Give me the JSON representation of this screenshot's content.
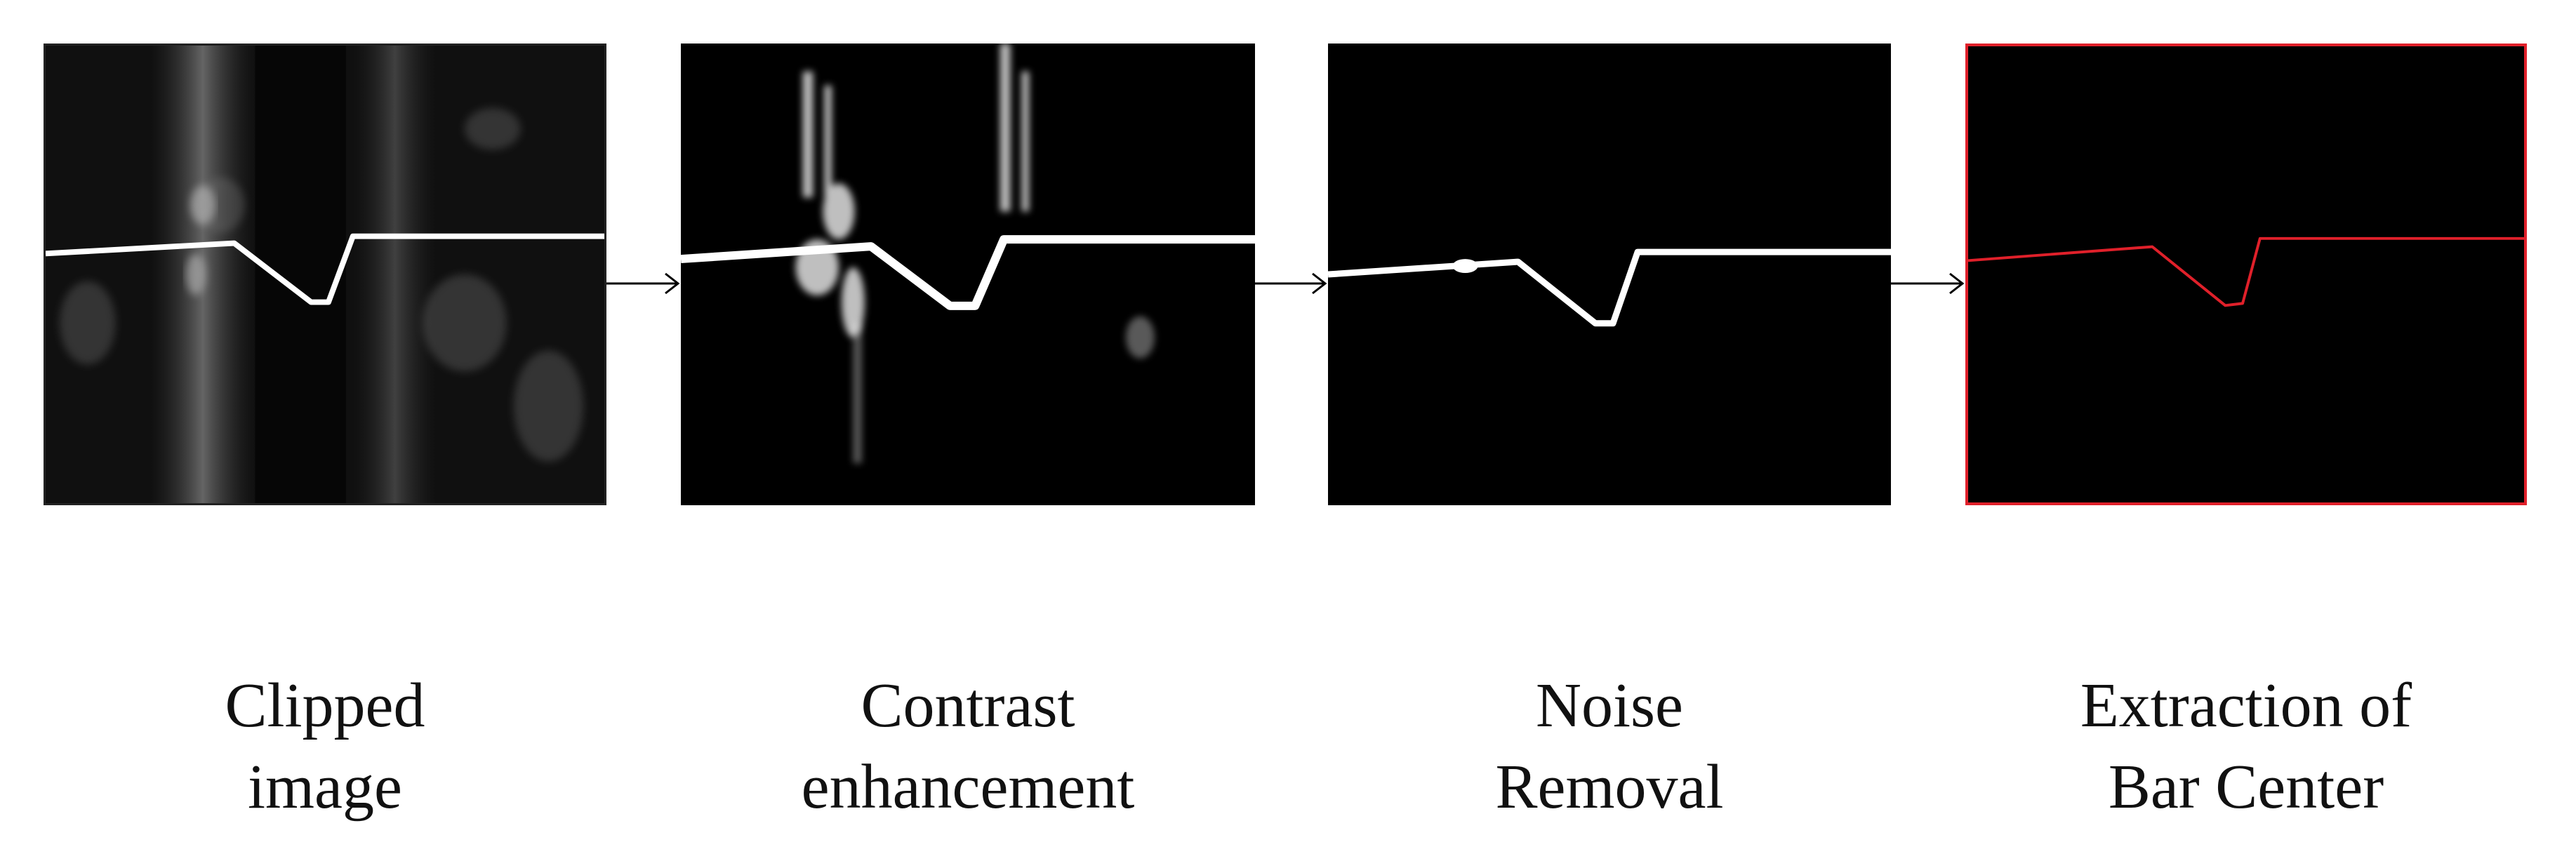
{
  "steps": [
    {
      "line1": "Clipped",
      "line2": "image"
    },
    {
      "line1": "Contrast",
      "line2": "enhancement"
    },
    {
      "line1": "Noise",
      "line2": "Removal"
    },
    {
      "line1": "Extraction of",
      "line2": "Bar Center"
    }
  ],
  "colors": {
    "panel_bg": "#000000",
    "laser_line": "#ffffff",
    "extracted_line": "#e0202a",
    "arrow": "#000000",
    "text": "#111111"
  }
}
